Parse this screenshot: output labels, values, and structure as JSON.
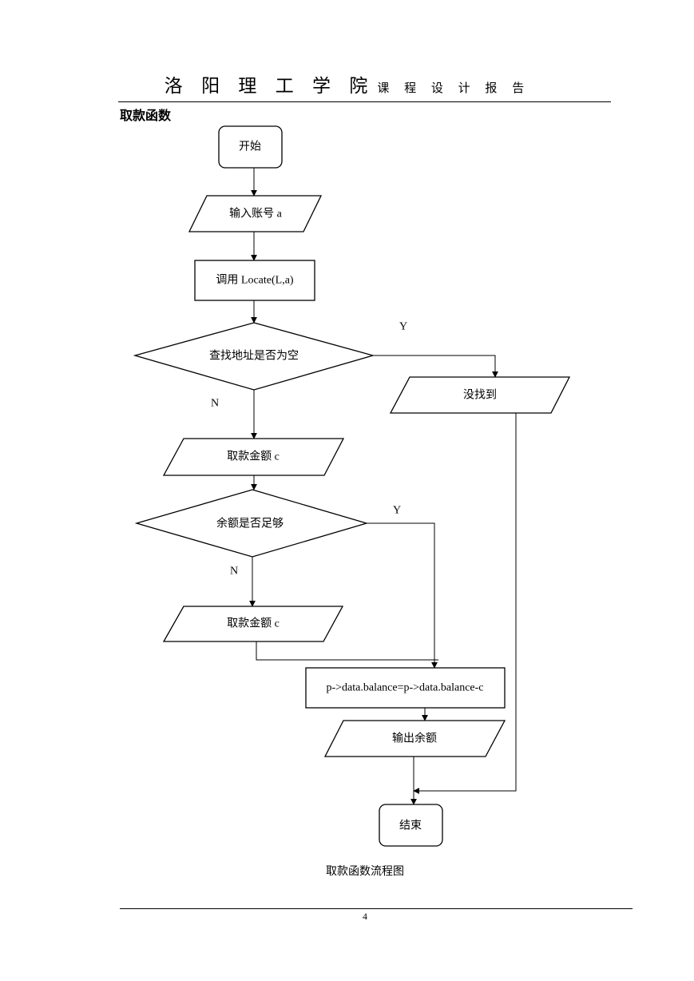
{
  "header": {
    "school_name": "洛 阳 理 工 学 院",
    "report_type": "课 程 设 计 报 告"
  },
  "section_title": "取款函数",
  "flowchart": {
    "nodes": {
      "start": "开始",
      "input_account": "输入账号 a",
      "call_locate": "调用 Locate(L,a)",
      "check_address": "查找地址是否为空",
      "not_found": "没找到",
      "withdraw_amount_1": "取款金额 c",
      "balance_sufficient": "余额是否足够",
      "withdraw_amount_2": "取款金额 c",
      "update_balance": "p->data.balance=p->data.balance-c",
      "output_balance": "输出余额",
      "end": "结束"
    },
    "labels": {
      "check_yes": "Y",
      "check_no": "N",
      "balance_yes": "Y",
      "balance_no": "N"
    }
  },
  "caption": "取款函数流程图",
  "page_number": "4"
}
